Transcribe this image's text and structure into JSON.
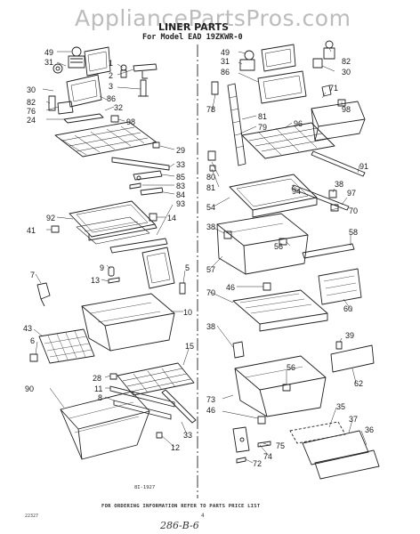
{
  "header": {
    "watermark": "AppliancePartsPros.com",
    "title": "LINER PARTS",
    "subtitle": "For Model EAD 19ZKWR-0"
  },
  "footer": {
    "figure_code": "8I-1927",
    "ordering_note": "FOR ORDERING INFORMATION REFER TO PARTS PRICE LIST",
    "corner_code": "22327",
    "page_mark": "4",
    "handwritten_note": "286-B-6"
  },
  "part_labels": [
    {
      "id": "L49",
      "text": "49"
    },
    {
      "id": "L31",
      "text": "31"
    },
    {
      "id": "L30",
      "text": "30"
    },
    {
      "id": "L82",
      "text": "82"
    },
    {
      "id": "L76",
      "text": "76"
    },
    {
      "id": "L24",
      "text": "24"
    },
    {
      "id": "L1",
      "text": "1"
    },
    {
      "id": "L2",
      "text": "2"
    },
    {
      "id": "L3",
      "text": "3"
    },
    {
      "id": "L86",
      "text": "86"
    },
    {
      "id": "L32",
      "text": "32"
    },
    {
      "id": "L98",
      "text": "98"
    },
    {
      "id": "L29",
      "text": "29"
    },
    {
      "id": "L33",
      "text": "33"
    },
    {
      "id": "L85",
      "text": "85"
    },
    {
      "id": "L83",
      "text": "83"
    },
    {
      "id": "L84",
      "text": "84"
    },
    {
      "id": "L93",
      "text": "93"
    },
    {
      "id": "L92",
      "text": "92"
    },
    {
      "id": "L14",
      "text": "14"
    },
    {
      "id": "L41",
      "text": "41"
    },
    {
      "id": "L7",
      "text": "7"
    },
    {
      "id": "L9",
      "text": "9"
    },
    {
      "id": "L13",
      "text": "13"
    },
    {
      "id": "L5",
      "text": "5"
    },
    {
      "id": "L10",
      "text": "10"
    },
    {
      "id": "L43",
      "text": "43"
    },
    {
      "id": "L6",
      "text": "6"
    },
    {
      "id": "L15",
      "text": "15"
    },
    {
      "id": "L28",
      "text": "28"
    },
    {
      "id": "L11",
      "text": "11"
    },
    {
      "id": "L8",
      "text": "8"
    },
    {
      "id": "L90",
      "text": "90"
    },
    {
      "id": "L33b",
      "text": "33"
    },
    {
      "id": "L12",
      "text": "12"
    },
    {
      "id": "R49",
      "text": "49"
    },
    {
      "id": "R31",
      "text": "31"
    },
    {
      "id": "R86",
      "text": "86"
    },
    {
      "id": "R82",
      "text": "82"
    },
    {
      "id": "R30",
      "text": "30"
    },
    {
      "id": "R71",
      "text": "71"
    },
    {
      "id": "R98",
      "text": "98"
    },
    {
      "id": "R78",
      "text": "78"
    },
    {
      "id": "R81",
      "text": "81"
    },
    {
      "id": "R79",
      "text": "79"
    },
    {
      "id": "R96",
      "text": "96"
    },
    {
      "id": "R91",
      "text": "91"
    },
    {
      "id": "R80",
      "text": "80"
    },
    {
      "id": "R81b",
      "text": "81"
    },
    {
      "id": "R94",
      "text": "94"
    },
    {
      "id": "R38",
      "text": "38"
    },
    {
      "id": "R97",
      "text": "97"
    },
    {
      "id": "R54",
      "text": "54"
    },
    {
      "id": "R70",
      "text": "70"
    },
    {
      "id": "R38b",
      "text": "38"
    },
    {
      "id": "R56",
      "text": "56"
    },
    {
      "id": "R58",
      "text": "58"
    },
    {
      "id": "R57",
      "text": "57"
    },
    {
      "id": "R70b",
      "text": "70"
    },
    {
      "id": "R46",
      "text": "46"
    },
    {
      "id": "R60",
      "text": "60"
    },
    {
      "id": "R38c",
      "text": "38"
    },
    {
      "id": "R39",
      "text": "39"
    },
    {
      "id": "R56b",
      "text": "56"
    },
    {
      "id": "R62",
      "text": "62"
    },
    {
      "id": "R73",
      "text": "73"
    },
    {
      "id": "R46b",
      "text": "46"
    },
    {
      "id": "R35",
      "text": "35"
    },
    {
      "id": "R37",
      "text": "37"
    },
    {
      "id": "R36",
      "text": "36"
    },
    {
      "id": "R74",
      "text": "74"
    },
    {
      "id": "R75",
      "text": "75"
    },
    {
      "id": "R72",
      "text": "72"
    }
  ]
}
